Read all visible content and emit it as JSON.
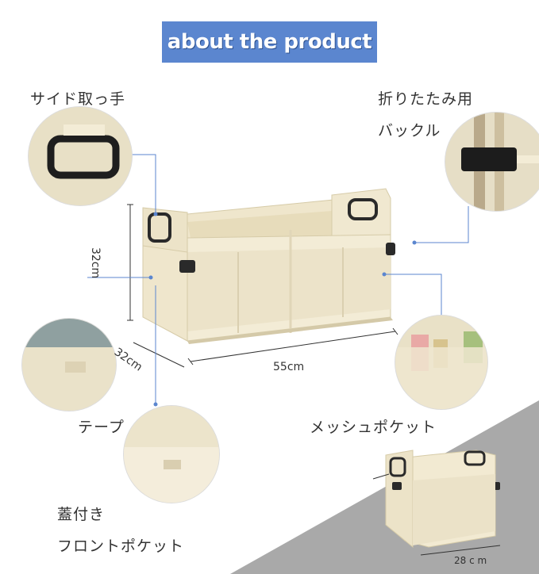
{
  "banner": {
    "title": "about the product"
  },
  "labels": {
    "side_handle": "サイド取っ手",
    "folding_buckle_1": "折りたたみ用",
    "folding_buckle_2": "バックル",
    "tape": "テープ",
    "mesh_pocket": "メッシュポケット",
    "lid_1": "蓋付き",
    "lid_2": "フロントポケット"
  },
  "dimensions": {
    "height": "32cm",
    "depth": "32cm",
    "width": "55cm",
    "folded_depth": "28 c m"
  },
  "colors": {
    "banner": "#5b86cf",
    "fabric": "#f1ead5",
    "fabric_dark": "#d9cfb2",
    "mesh": "#e9e0c6",
    "leader_line": "#5b86cf",
    "corner_gray": "#a9a9a9"
  },
  "icons": [
    "handle-icon",
    "buckle-icon"
  ]
}
